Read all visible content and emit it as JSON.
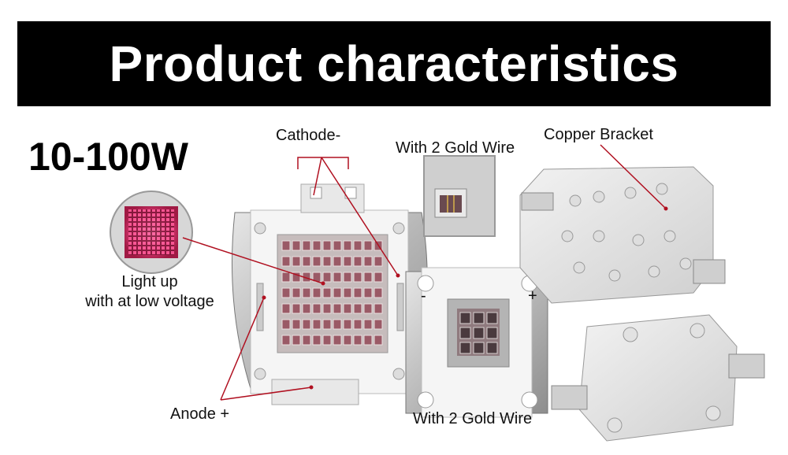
{
  "banner": {
    "title": "Product characteristics"
  },
  "power_rating": "10-100W",
  "labels": {
    "cathode": "Cathode-",
    "gold_wire_top": "With 2 Gold Wire",
    "copper_bracket": "Copper Bracket",
    "light_up_line1": "Light up",
    "light_up_line2": "with at low voltage",
    "anode": "Anode +",
    "gold_wire_bottom": "With 2 Gold Wire"
  },
  "colors": {
    "banner_bg": "#000000",
    "annotation_line": "#b01020",
    "led_pad": "#c9a4a8",
    "led_glow": "#e0407a",
    "silver": "#c8c8c8",
    "white_board": "#f4f4f4"
  }
}
